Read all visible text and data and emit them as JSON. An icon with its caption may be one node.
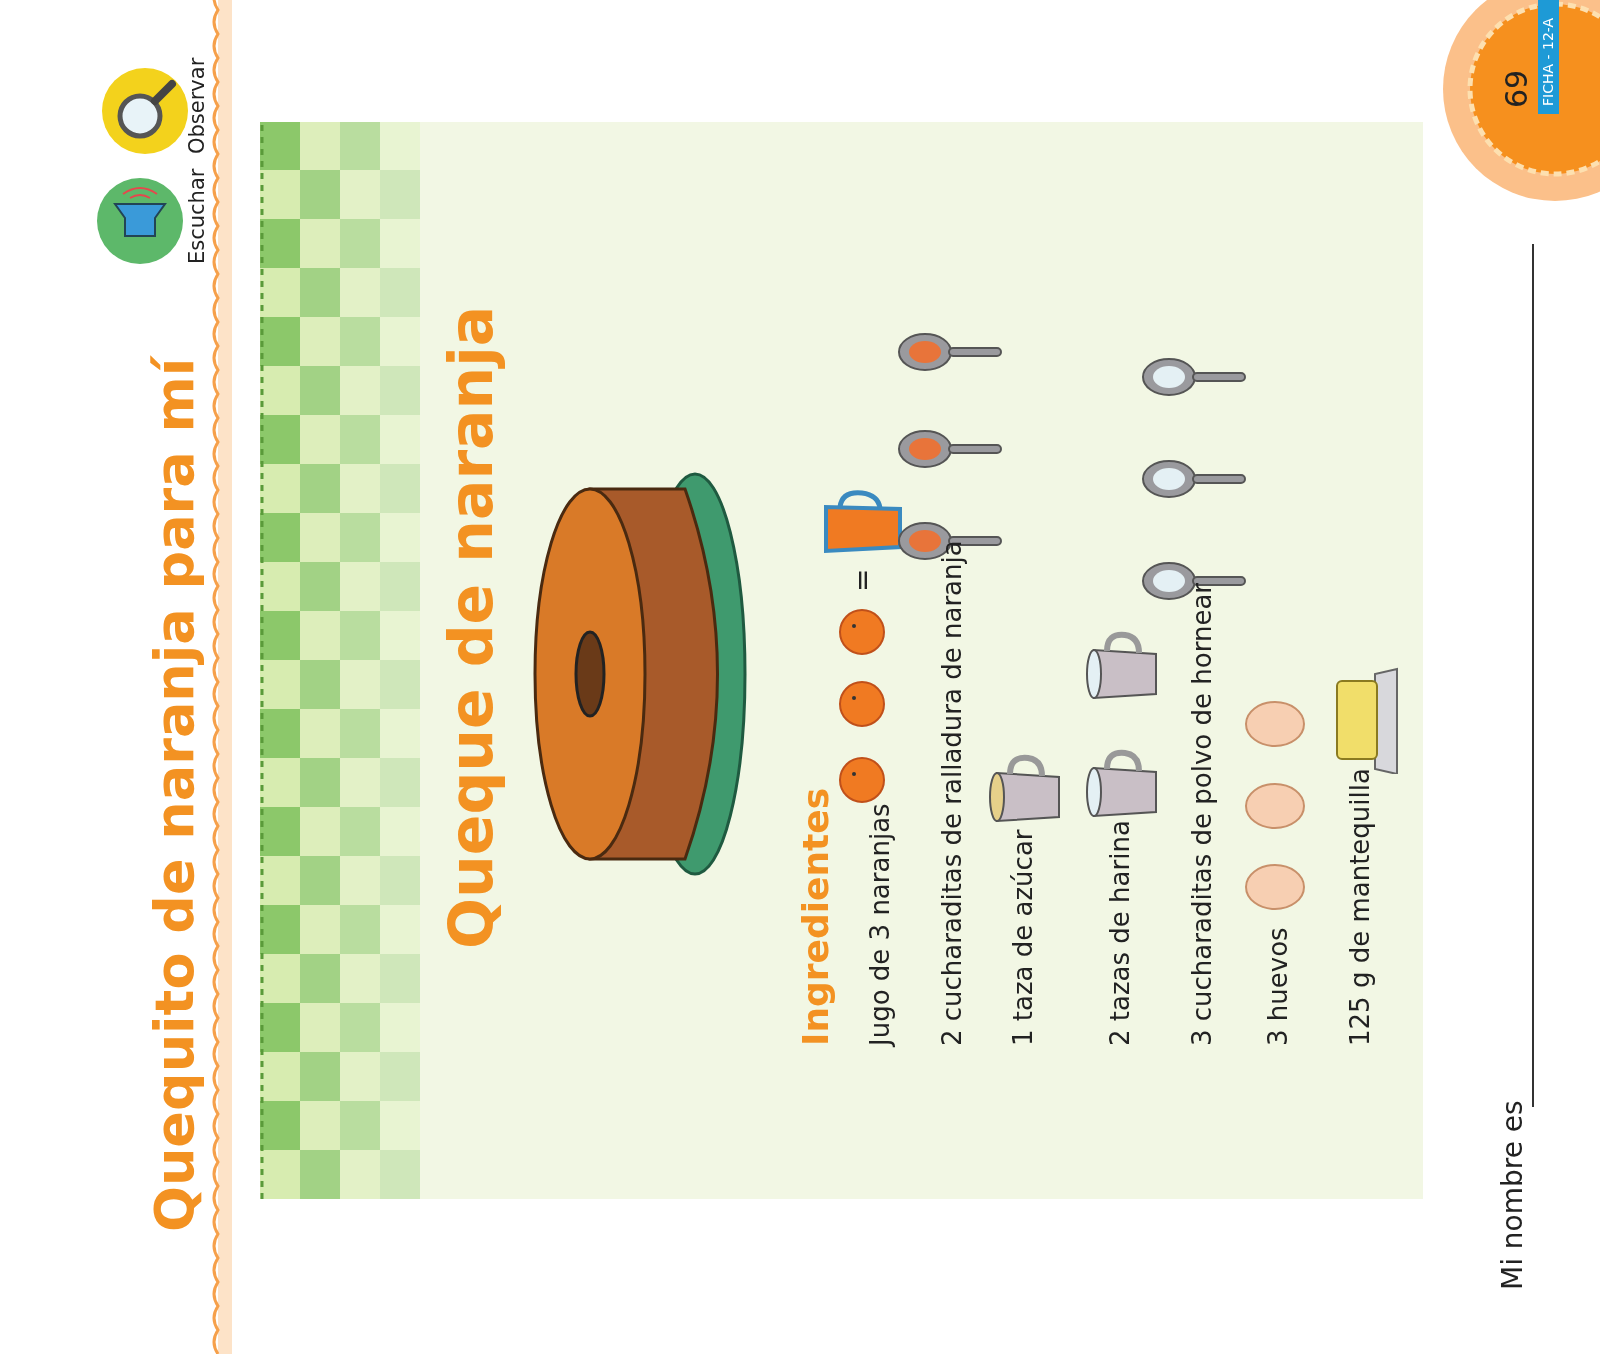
{
  "diagram": {
    "title": "Quequito de naranja para mí",
    "labels": [
      "Escuchar",
      "Observar",
      "Queque de naranja",
      "Ingredientes",
      "Jugo de 3 naranjas",
      "=",
      "2 cucharaditas de ralladura de naranja",
      "1 taza de azúcar",
      "2 tazas de harina",
      "3 cucharaditas de polvo de hornear",
      "3 huevos",
      "125 g de mantequilla",
      "Mi nombre es",
      "69",
      "FICHA - 12-A"
    ]
  }
}
